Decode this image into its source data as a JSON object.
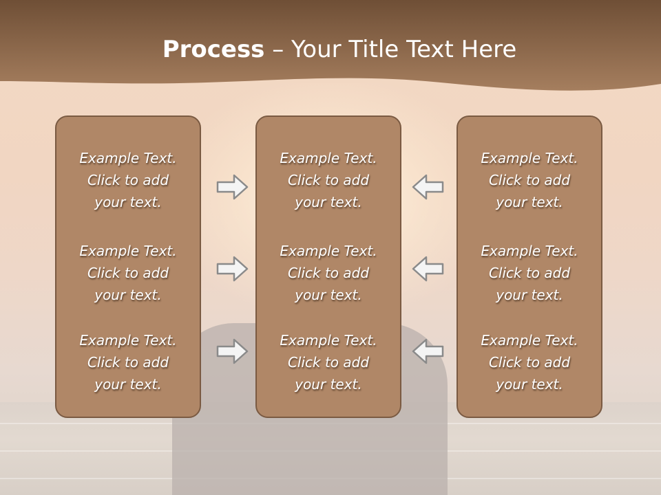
{
  "title": {
    "bold": "Process",
    "rest": " – Your Title Text Here"
  },
  "columns": [
    {
      "items": [
        "Example Text.\nClick  to add\nyour text.",
        "Example Text.\nClick  to add\nyour text.",
        "Example Text.\nClick  to add\nyour text."
      ]
    },
    {
      "items": [
        "Example Text.\nClick  to add\nyour text.",
        "Example Text.\nClick  to add\nyour text.",
        "Example Text.\nClick  to add\nyour text."
      ]
    },
    {
      "items": [
        "Example Text.\nClick  to add\nyour text.",
        "Example Text.\nClick  to add\nyour text.",
        "Example Text.\nClick  to add\nyour text."
      ]
    }
  ],
  "icons": {
    "right": "arrow-right-icon",
    "left": "arrow-left-icon"
  },
  "colors": {
    "header": "#8a6a4e",
    "box": "#b08767",
    "box_border": "#7a5a42",
    "text": "#ffffff"
  }
}
